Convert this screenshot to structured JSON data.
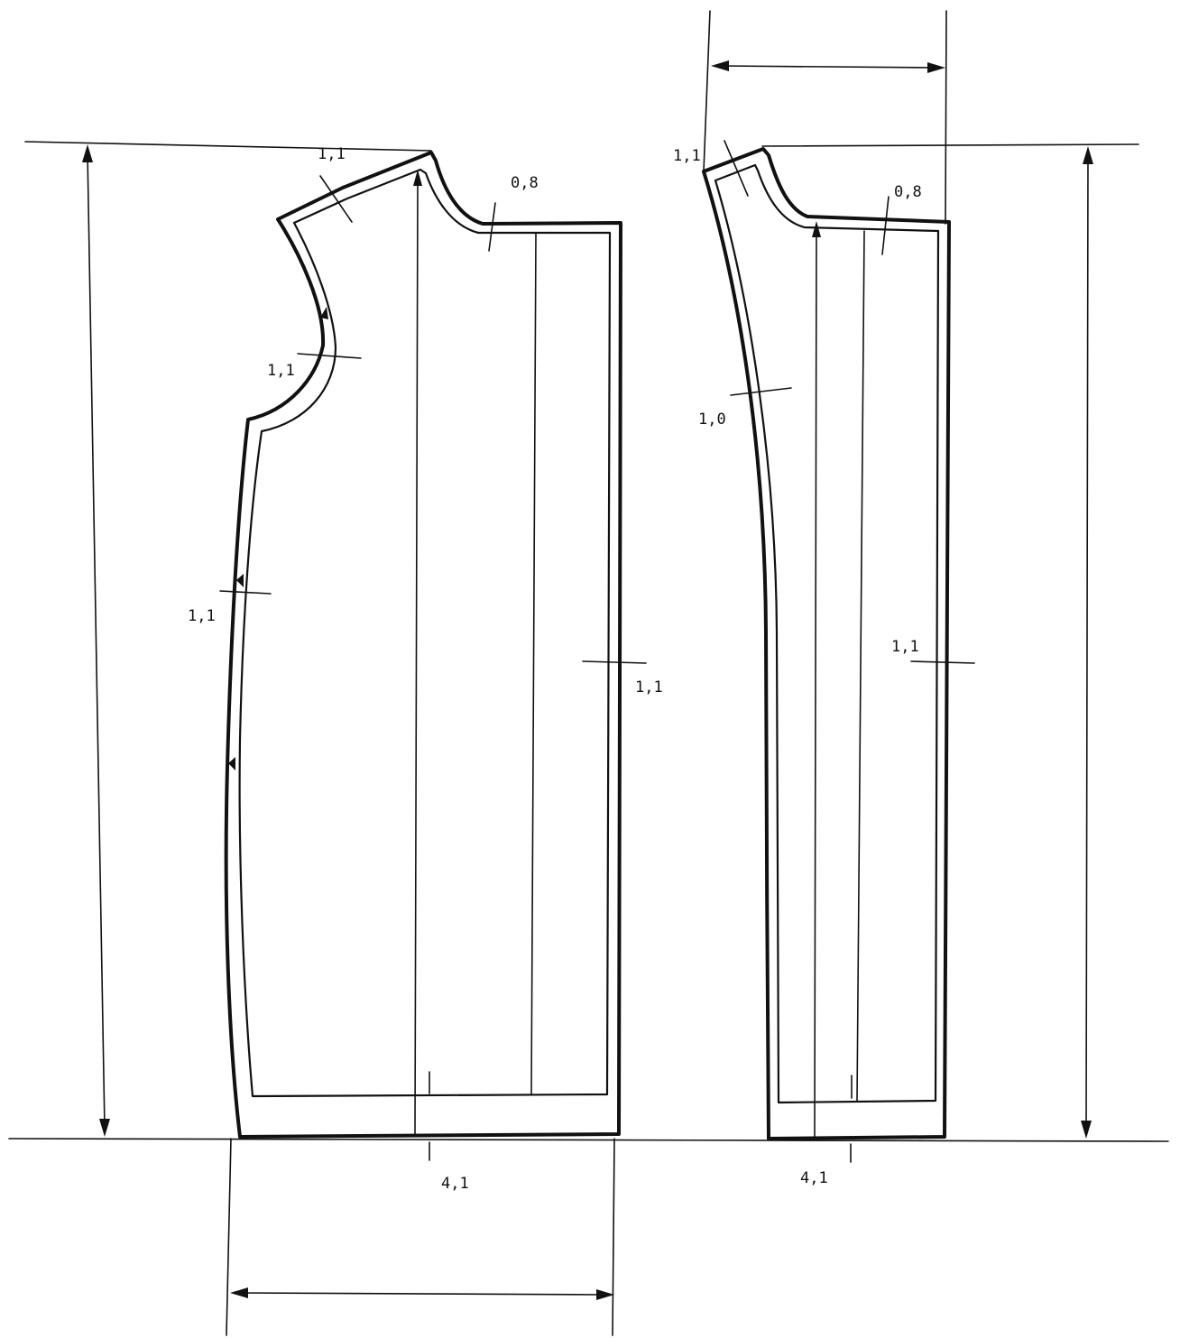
{
  "left_piece": {
    "label_shoulder": "1,1",
    "label_neck": "0,8",
    "label_armhole": "1,1",
    "label_side": "1,1",
    "label_center": "1,1",
    "label_hem": "4,1"
  },
  "right_piece": {
    "label_shoulder": "1,1",
    "label_neck": "0,8",
    "label_side": "1,0",
    "label_center": "1,1",
    "label_hem": "4,1"
  }
}
